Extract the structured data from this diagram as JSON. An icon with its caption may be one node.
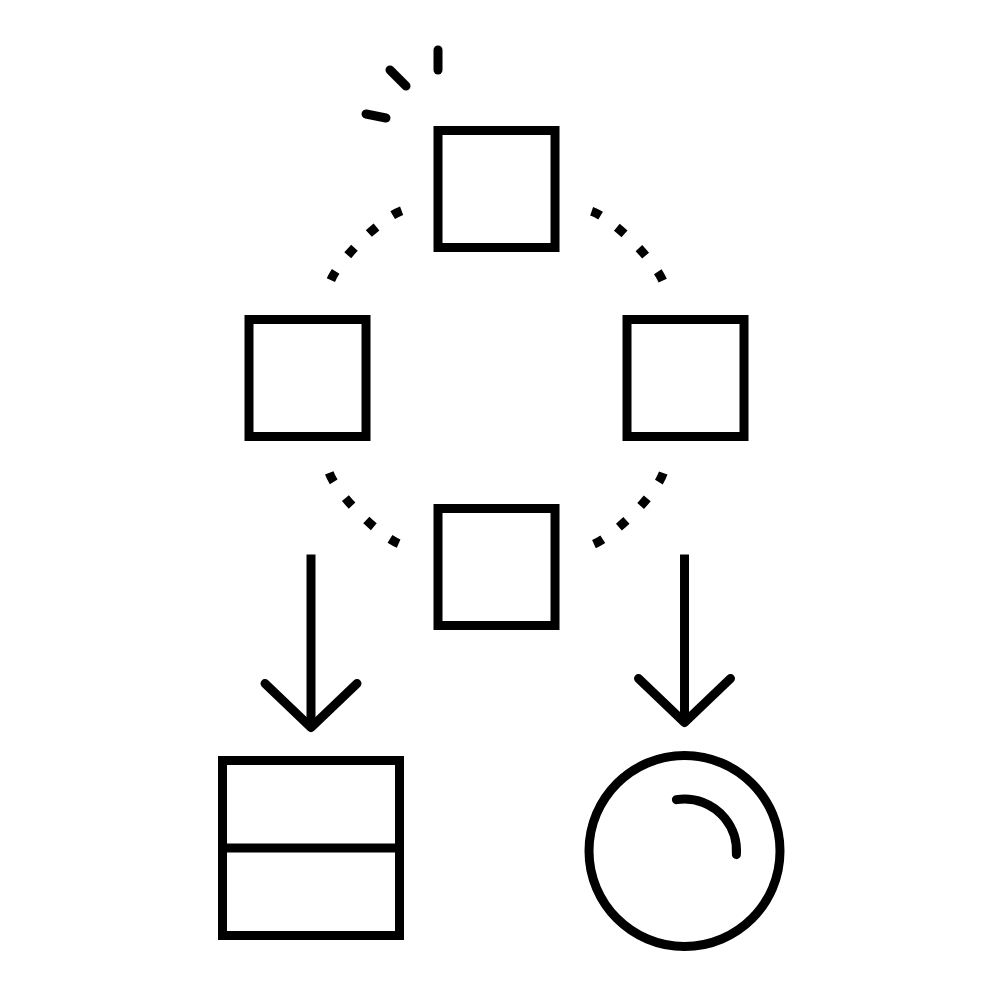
{
  "diagram": {
    "nodes": [
      {
        "text": [],
        "shape": "box"
      },
      {
        "text": [],
        "shape": "box"
      },
      {
        "text": [],
        "shape": "box"
      },
      {
        "text": [],
        "shape": "box"
      },
      {
        "text": [],
        "shape": "box"
      },
      {
        "text": [],
        "shape": "circle"
      }
    ],
    "edges": [
      {
        "from": 0,
        "to": 1,
        "arrow": "none",
        "style": "dashed"
      },
      {
        "from": 0,
        "to": 2,
        "arrow": "none",
        "style": "dashed"
      },
      {
        "from": 1,
        "to": 3,
        "arrow": "none",
        "style": "dashed"
      },
      {
        "from": 2,
        "to": 3,
        "arrow": "none",
        "style": "dashed"
      },
      {
        "from": null,
        "to": 4,
        "arrow": "to"
      },
      {
        "from": null,
        "to": 5,
        "arrow": "to"
      }
    ]
  }
}
